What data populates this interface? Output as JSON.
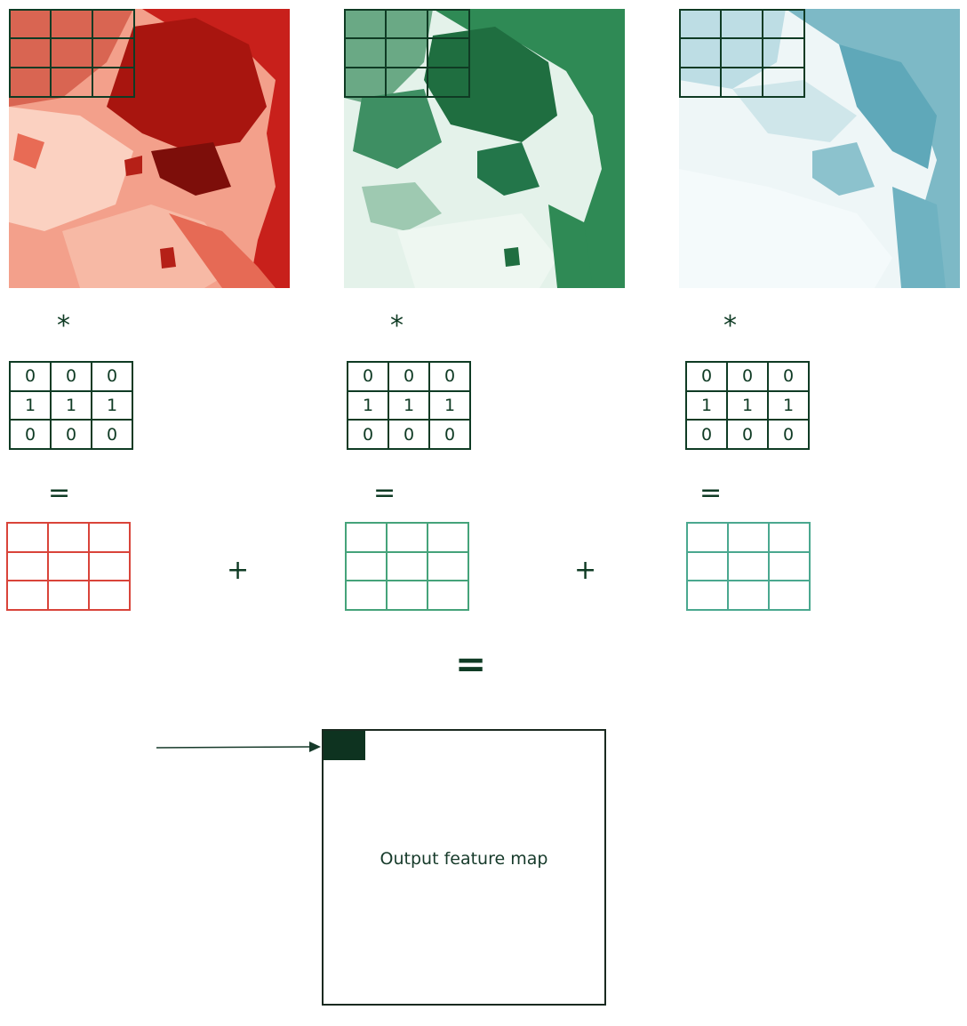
{
  "channels": [
    {
      "name": "red",
      "colors": {
        "dark": "#c8201b",
        "mid": "#e0533f",
        "light": "#f6b7a4",
        "pale": "#fbe0d4"
      }
    },
    {
      "name": "green",
      "colors": {
        "dark": "#1f6e40",
        "mid": "#2f8a55",
        "light": "#a8d3bd",
        "pale": "#e4f2ea"
      }
    },
    {
      "name": "blue",
      "colors": {
        "dark": "#3e8fa3",
        "mid": "#7db9c6",
        "light": "#cfe6ea",
        "pale": "#eef6f7"
      }
    }
  ],
  "operators": {
    "convolve": "*",
    "equals": "=",
    "plus": "+",
    "final_equals": "="
  },
  "kernel": {
    "rows": [
      [
        "0",
        "0",
        "0"
      ],
      [
        "1",
        "1",
        "1"
      ],
      [
        "0",
        "0",
        "0"
      ]
    ]
  },
  "result_grid_colors": {
    "red": "#d9443a",
    "green": "#45a37a",
    "teal": "#4aa88f"
  },
  "output": {
    "label": "Output feature map",
    "cell_color": "#0e3320"
  }
}
